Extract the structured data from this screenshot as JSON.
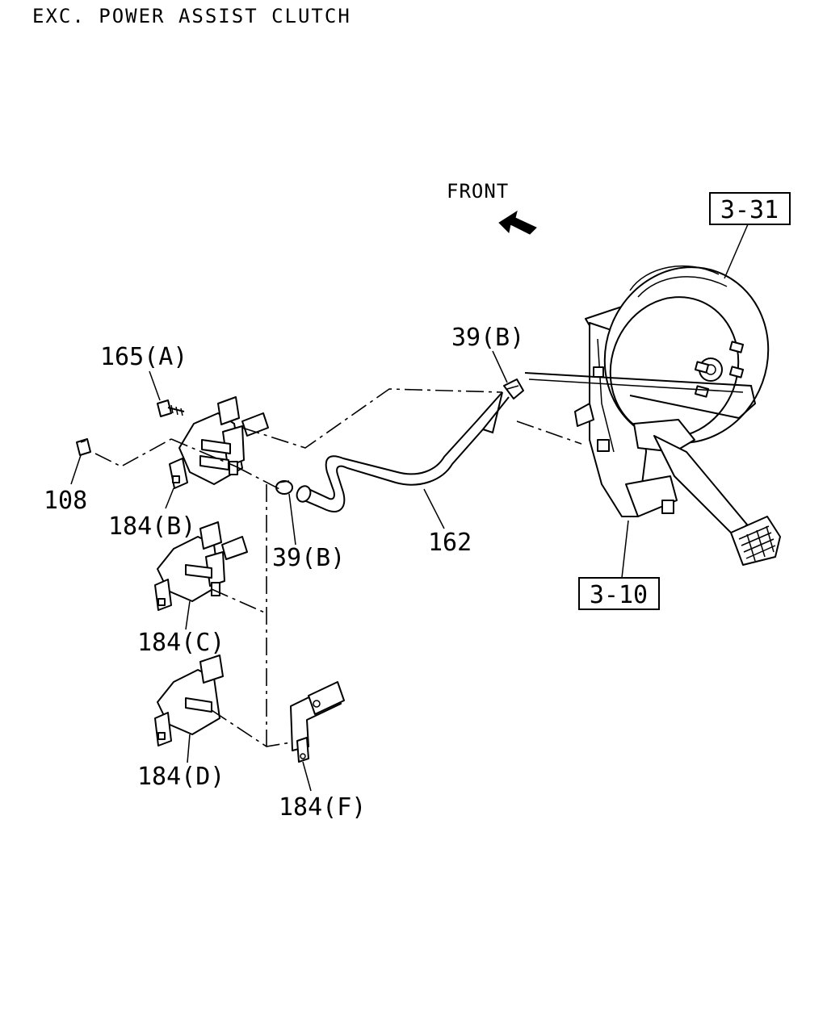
{
  "title": "EXC. POWER ASSIST CLUTCH",
  "front_label": "FRONT",
  "references": {
    "booster": "3-31",
    "pedal": "3-10"
  },
  "parts": {
    "p165a": "165(A)",
    "p108": "108",
    "p184b": "184(B)",
    "p39b_lower": "39(B)",
    "p39b_upper": "39(B)",
    "p162": "162",
    "p184c": "184(C)",
    "p184d": "184(D)",
    "p184f": "184(F)"
  },
  "icons": {
    "front_arrow": "front-arrow-icon"
  }
}
